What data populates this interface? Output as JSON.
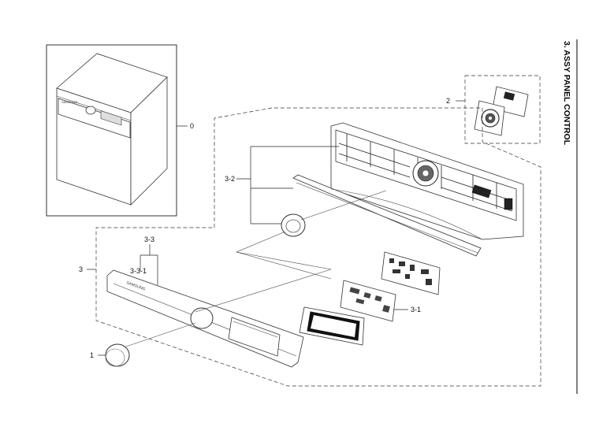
{
  "title": "3. ASSY PANEL CONTROL",
  "labels": {
    "l0": "0",
    "l1": "1",
    "l2": "2",
    "l3": "3",
    "l3_1": "3-1",
    "l3_2": "3-2",
    "l3_3": "3-3",
    "l3_3_1": "3-3-1"
  },
  "brand_text": "SAMSUNG",
  "icons": {
    "washer": "washer-icon",
    "pcb": "pcb-assembly-icon",
    "knob": "knob-icon"
  }
}
